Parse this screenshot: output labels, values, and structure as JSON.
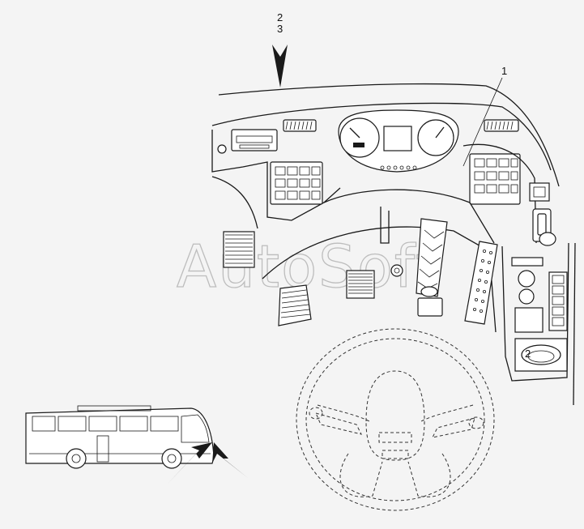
{
  "callouts": {
    "label_2": "2",
    "label_3": "3",
    "label_1": "1"
  },
  "watermark": "AutoSoft",
  "inset_part_label": "2"
}
